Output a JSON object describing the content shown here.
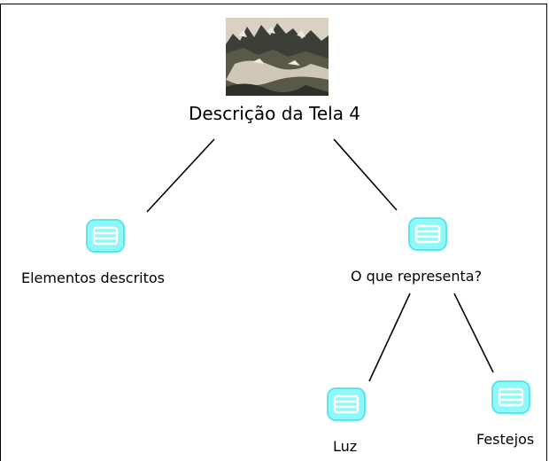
{
  "diagram": {
    "root": {
      "label": "Descrição da Tela 4",
      "image": "landscape-painting-thumbnail"
    },
    "nodes": [
      {
        "label": "Elementos descritos",
        "icon": "topic-list-icon"
      },
      {
        "label": "O que representa?",
        "icon": "topic-list-icon"
      },
      {
        "label": "Luz",
        "icon": "topic-list-icon"
      },
      {
        "label": "Festejos",
        "icon": "topic-list-icon"
      }
    ],
    "colors": {
      "icon_fill": "#8ff7f8",
      "icon_stroke": "#5be6ec",
      "line": "#000000",
      "frame": "#000000"
    }
  }
}
